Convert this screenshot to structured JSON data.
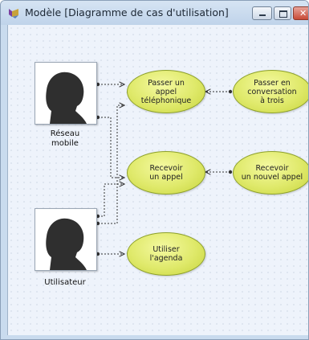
{
  "window": {
    "title": "Modèle [Diagramme de cas d'utilisation]",
    "icons": [
      "app-icon",
      "minimize-icon",
      "maximize-icon",
      "close-icon"
    ]
  },
  "actors": [
    {
      "label": "Réseau\nmobile"
    },
    {
      "label": "Utilisateur"
    }
  ],
  "use_cases": [
    {
      "label": "Passer un\nappel\ntéléphonique"
    },
    {
      "label": "Passer en\nconversation\nà trois"
    },
    {
      "label": "Recevoir\nun appel"
    },
    {
      "label": "Recevoir\nun nouvel appel"
    },
    {
      "label": "Utiliser\nl'agenda"
    }
  ],
  "colors": {
    "use_case_fill": "#dfe96a",
    "canvas": "#eef3fb",
    "titlebar": "#c9dbee"
  }
}
